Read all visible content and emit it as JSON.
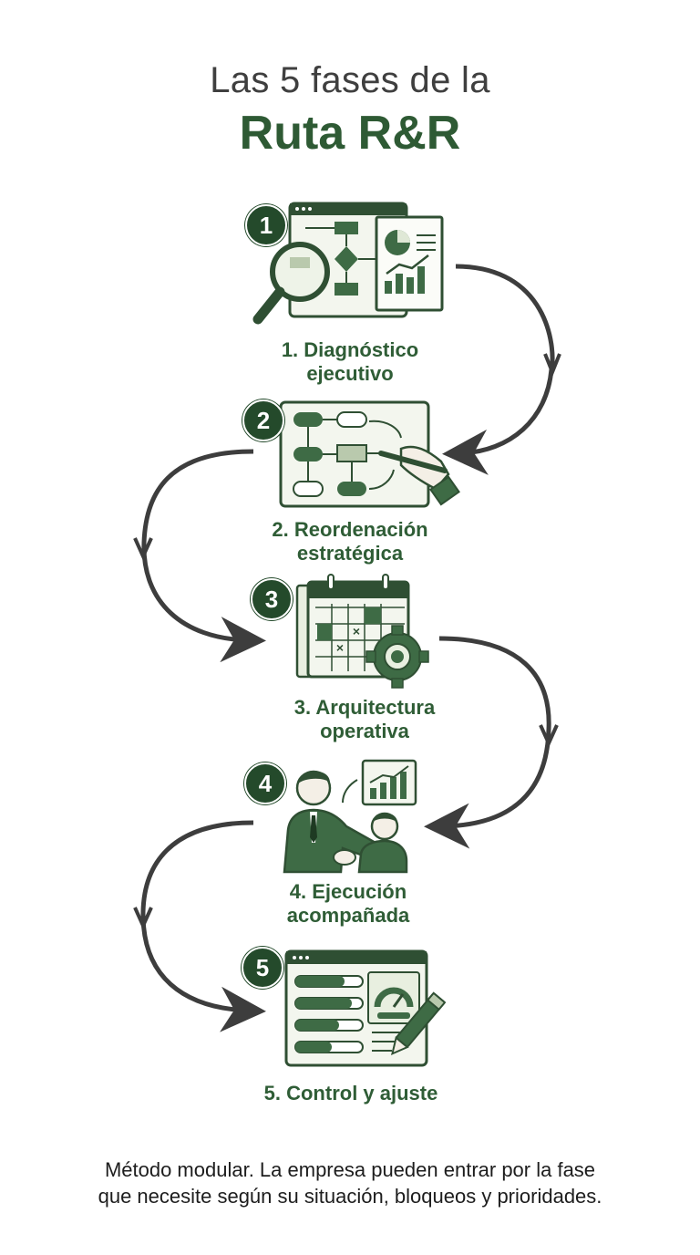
{
  "title": {
    "line1": "Las 5 fases de la",
    "line2": "Ruta R&R"
  },
  "phases": [
    {
      "number": "1",
      "label": "1. Diagnóstico\nejecutivo",
      "icon": "magnifier-flowchart-report-icon"
    },
    {
      "number": "2",
      "label": "2. Reordenación\nestratégica",
      "icon": "hand-drawing-flowchart-icon"
    },
    {
      "number": "3",
      "label": "3. Arquitectura\noperativa",
      "icon": "calendar-gear-icon"
    },
    {
      "number": "4",
      "label": "4. Ejecución\nacompañada",
      "icon": "mentor-handshake-icon"
    },
    {
      "number": "5",
      "label": "5. Control y ajuste",
      "icon": "dashboard-gauge-pencil-icon"
    }
  ],
  "footer": {
    "line1": "Método modular. La empresa pueden entrar por la fase",
    "line2": "que necesite según su situación, bloqueos y prioridades."
  },
  "colors": {
    "dark_green": "#244a2b",
    "mid_green": "#3e6b45",
    "light_green": "#e8efe0",
    "arrow": "#3d3d3d"
  }
}
